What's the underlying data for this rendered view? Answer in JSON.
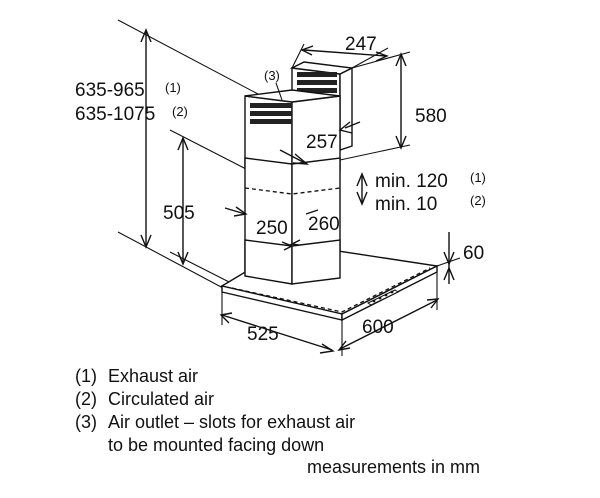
{
  "dimensions": {
    "total_height_1": "635-965",
    "total_height_1_ref": "(1)",
    "total_height_2": "635-1075",
    "total_height_2_ref": "(2)",
    "outlet_ref": "(3)",
    "chimney_top_width": "247",
    "chimney_top_depth": "257",
    "upper_chimney_height": "580",
    "lower_chimney_height": "505",
    "min_clearance_1": "min. 120",
    "min_clearance_1_ref": "(1)",
    "min_clearance_2": "min. 10",
    "min_clearance_2_ref": "(2)",
    "chimney_width": "250",
    "chimney_depth": "260",
    "canopy_height": "60",
    "canopy_depth": "525",
    "canopy_width": "600"
  },
  "legend": [
    {
      "num": "(1)",
      "text": "Exhaust air"
    },
    {
      "num": "(2)",
      "text": "Circulated air"
    },
    {
      "num": "(3)",
      "text": "Air outlet – slots for exhaust air"
    },
    {
      "num": "",
      "text": "to be mounted facing down"
    }
  ],
  "units_note": "measurements in mm",
  "colors": {
    "ink": "#111111",
    "background": "#ffffff"
  }
}
